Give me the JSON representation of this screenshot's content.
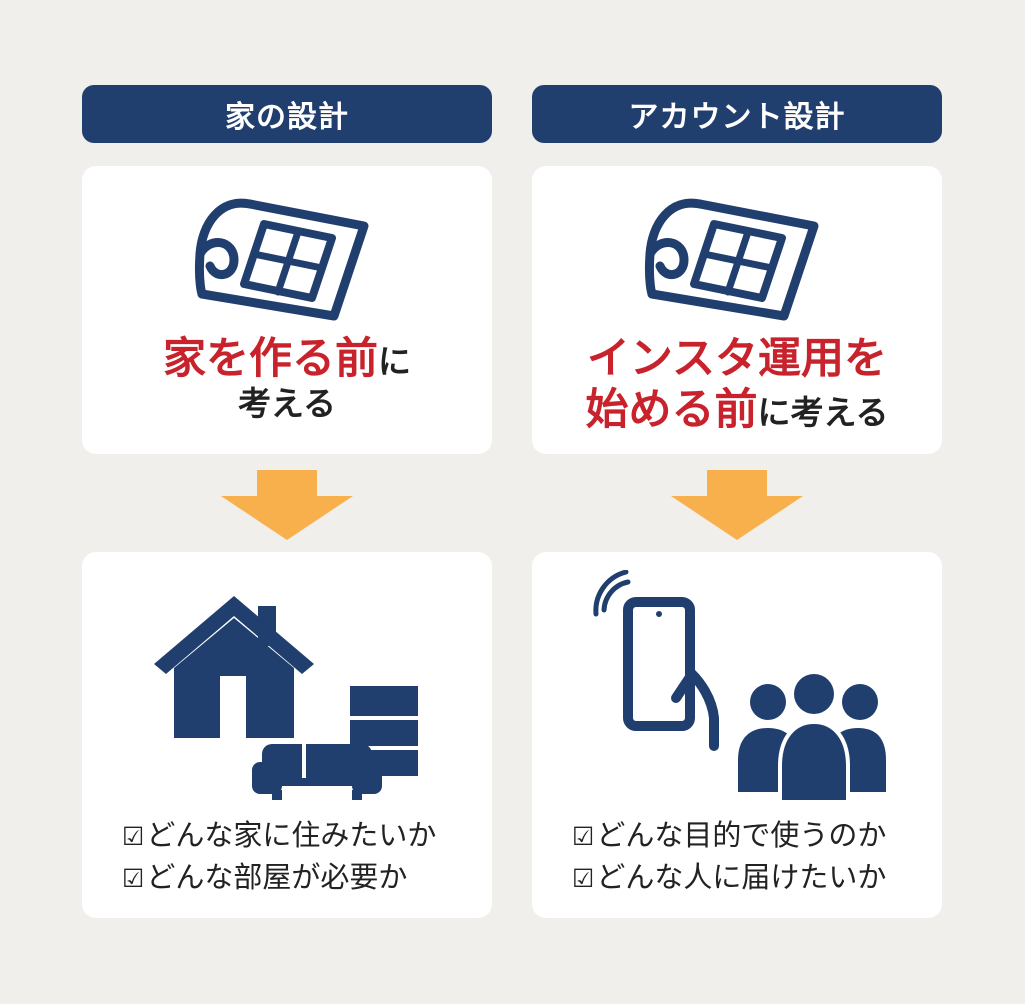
{
  "left": {
    "header": "家の設計",
    "headline": {
      "red_1": "家を作る前",
      "dark_1": "に",
      "dark_2": "考える"
    },
    "checks": [
      "どんな家に住みたいか",
      "どんな部屋が必要か"
    ],
    "icons": {
      "top": "blueprint-icon",
      "bottom": "house-furniture-icon"
    }
  },
  "right": {
    "header": "アカウント設計",
    "headline": {
      "red_1": "インスタ運用を",
      "red_2": "始める前",
      "dark_1": "に考える"
    },
    "checks": [
      "どんな目的で使うのか",
      "どんな人に届けたいか"
    ],
    "icons": {
      "top": "blueprint-icon",
      "bottom": "smartphone-people-icon"
    }
  },
  "checkbox_glyph": "☑",
  "colors": {
    "navy": "#213f6e",
    "red": "#c8232c",
    "arrow": "#f7b04c",
    "background": "#f0efec",
    "card": "#ffffff"
  }
}
